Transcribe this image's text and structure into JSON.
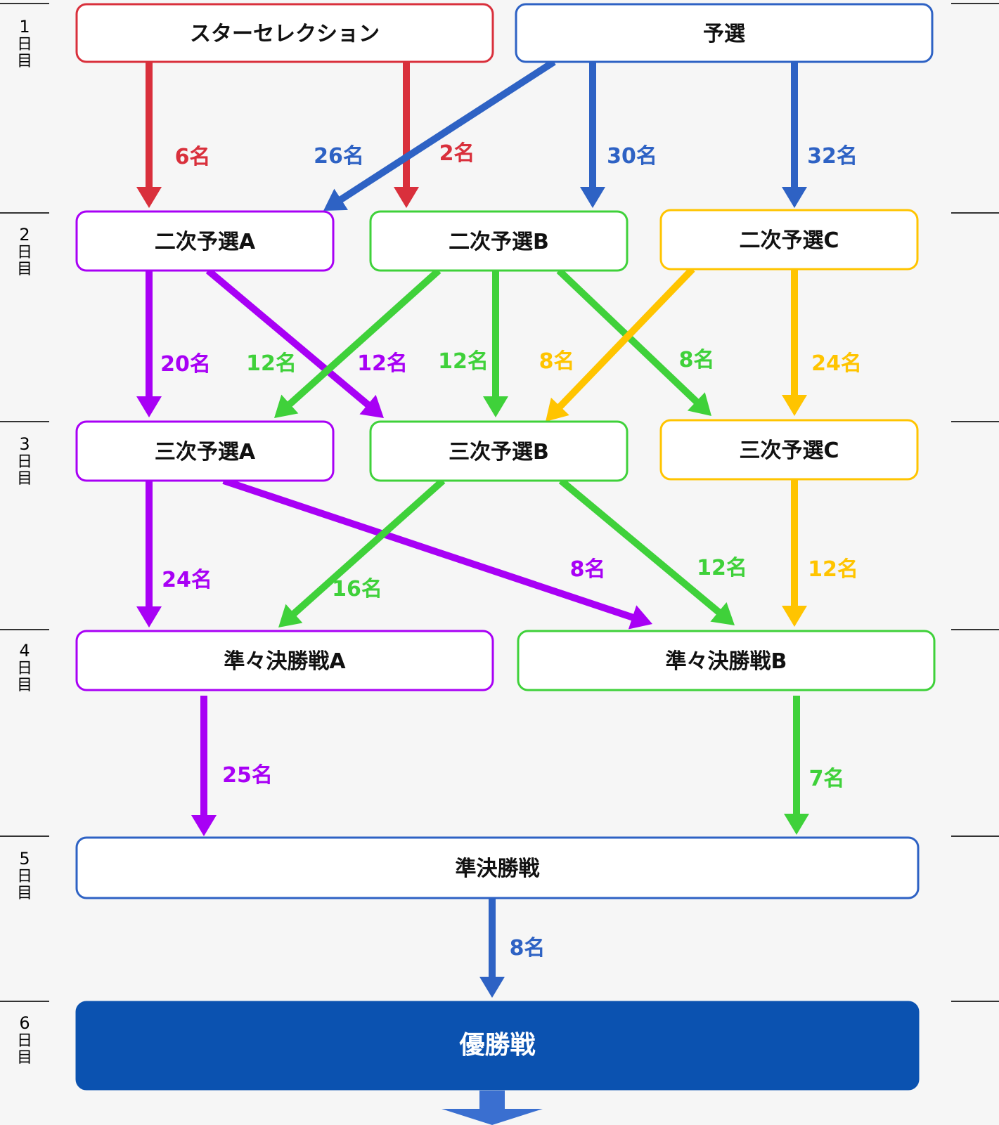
{
  "colors": {
    "red": "#d9303c",
    "blue": "#2e62c4",
    "purple": "#a800f5",
    "green": "#3fd13a",
    "yellow": "#ffc400",
    "final_fill": "#0b52b0",
    "text": "#111111"
  },
  "days": [
    {
      "num": "1",
      "a": "日",
      "b": "目"
    },
    {
      "num": "2",
      "a": "日",
      "b": "目"
    },
    {
      "num": "3",
      "a": "日",
      "b": "目"
    },
    {
      "num": "4",
      "a": "日",
      "b": "目"
    },
    {
      "num": "5",
      "a": "日",
      "b": "目"
    },
    {
      "num": "6",
      "a": "日",
      "b": "目"
    }
  ],
  "nodes": {
    "star_selection": {
      "label": "スターセレクション",
      "color": "red"
    },
    "yosen": {
      "label": "予選",
      "color": "blue"
    },
    "niji_a": {
      "label": "二次予選A",
      "color": "purple"
    },
    "niji_b": {
      "label": "二次予選B",
      "color": "green"
    },
    "niji_c": {
      "label": "二次予選C",
      "color": "yellow"
    },
    "sanji_a": {
      "label": "三次予選A",
      "color": "purple"
    },
    "sanji_b": {
      "label": "三次予選B",
      "color": "green"
    },
    "sanji_c": {
      "label": "三次予選C",
      "color": "yellow"
    },
    "junjun_a": {
      "label": "準々決勝戦A",
      "color": "purple"
    },
    "junjun_b": {
      "label": "準々決勝戦B",
      "color": "green"
    },
    "junkessho": {
      "label": "準決勝戦",
      "color": "blue"
    },
    "yushosen": {
      "label": "優勝戦",
      "color": "blue"
    }
  },
  "edges": [
    {
      "from": "star_selection",
      "to": "niji_a",
      "label": "6名",
      "color": "red"
    },
    {
      "from": "star_selection",
      "to": "niji_b",
      "label": "2名",
      "color": "red"
    },
    {
      "from": "yosen",
      "to": "niji_a",
      "label": "26名",
      "color": "blue"
    },
    {
      "from": "yosen",
      "to": "niji_b",
      "label": "30名",
      "color": "blue"
    },
    {
      "from": "yosen",
      "to": "niji_c",
      "label": "32名",
      "color": "blue"
    },
    {
      "from": "niji_a",
      "to": "sanji_a",
      "label": "20名",
      "color": "purple"
    },
    {
      "from": "niji_a",
      "to": "sanji_b",
      "label": "12名",
      "color": "purple"
    },
    {
      "from": "niji_b",
      "to": "sanji_a",
      "label": "12名",
      "color": "green"
    },
    {
      "from": "niji_b",
      "to": "sanji_b",
      "label": "12名",
      "color": "green"
    },
    {
      "from": "niji_b",
      "to": "sanji_c",
      "label": "8名",
      "color": "green"
    },
    {
      "from": "niji_c",
      "to": "sanji_b",
      "label": "8名",
      "color": "yellow"
    },
    {
      "from": "niji_c",
      "to": "sanji_c",
      "label": "24名",
      "color": "yellow"
    },
    {
      "from": "sanji_a",
      "to": "junjun_a",
      "label": "24名",
      "color": "purple"
    },
    {
      "from": "sanji_a",
      "to": "junjun_b",
      "label": "8名",
      "color": "purple"
    },
    {
      "from": "sanji_b",
      "to": "junjun_a",
      "label": "16名",
      "color": "green"
    },
    {
      "from": "sanji_b",
      "to": "junjun_b",
      "label": "12名",
      "color": "green"
    },
    {
      "from": "sanji_c",
      "to": "junjun_b",
      "label": "12名",
      "color": "yellow"
    },
    {
      "from": "junjun_a",
      "to": "junkessho",
      "label": "25名",
      "color": "purple"
    },
    {
      "from": "junjun_b",
      "to": "junkessho",
      "label": "7名",
      "color": "green"
    },
    {
      "from": "junkessho",
      "to": "yushosen",
      "label": "8名",
      "color": "blue"
    }
  ]
}
